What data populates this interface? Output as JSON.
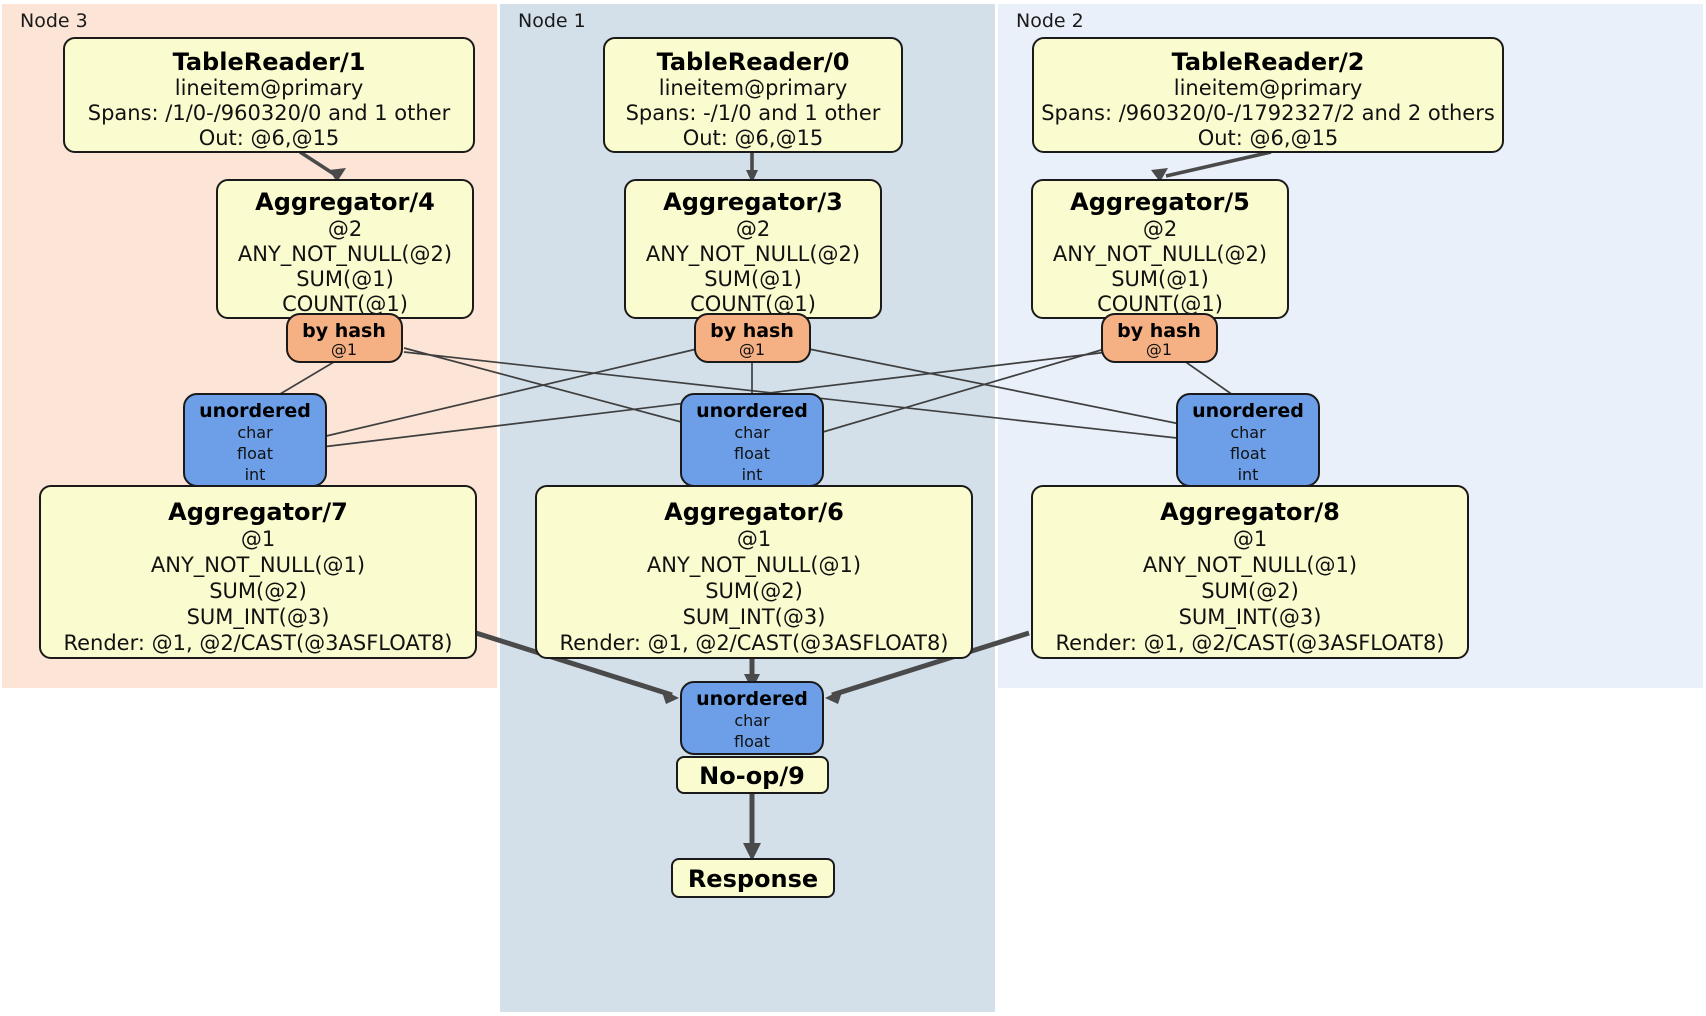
{
  "diagram": {
    "type": "distributed-query-plan",
    "colors": {
      "node3_panel": "#fce4d6",
      "node1_panel": "#d3e0ea",
      "node2_panel": "#eaf0fa",
      "processor_fill": "#fbfbd0",
      "processor_stroke": "#1a1a1a",
      "hash_router_fill": "#f5b183",
      "unordered_router_fill": "#6c9fe8",
      "edge_color": "#4a4a4a",
      "background": "#ffffff"
    }
  },
  "panels": [
    {
      "id": "node3",
      "label": "Node 3"
    },
    {
      "id": "node1",
      "label": "Node 1"
    },
    {
      "id": "node2",
      "label": "Node 2"
    }
  ],
  "processors": {
    "table_reader_1": {
      "title": "TableReader/1",
      "lines": [
        "lineitem@primary",
        "Spans: /1/0-/960320/0 and 1 other",
        "Out: @6,@15"
      ]
    },
    "table_reader_0": {
      "title": "TableReader/0",
      "lines": [
        "lineitem@primary",
        "Spans: -/1/0 and 1 other",
        "Out: @6,@15"
      ]
    },
    "table_reader_2": {
      "title": "TableReader/2",
      "lines": [
        "lineitem@primary",
        "Spans: /960320/0-/1792327/2 and 2 others",
        "Out: @6,@15"
      ]
    },
    "aggregator_4": {
      "title": "Aggregator/4",
      "lines": [
        "@2",
        "ANY_NOT_NULL(@2)",
        "SUM(@1)",
        "COUNT(@1)"
      ]
    },
    "aggregator_3": {
      "title": "Aggregator/3",
      "lines": [
        "@2",
        "ANY_NOT_NULL(@2)",
        "SUM(@1)",
        "COUNT(@1)"
      ]
    },
    "aggregator_5": {
      "title": "Aggregator/5",
      "lines": [
        "@2",
        "ANY_NOT_NULL(@2)",
        "SUM(@1)",
        "COUNT(@1)"
      ]
    },
    "aggregator_7": {
      "title": "Aggregator/7",
      "lines": [
        "@1",
        "ANY_NOT_NULL(@1)",
        "SUM(@2)",
        "SUM_INT(@3)",
        "Render: @1, @2/CAST(@3ASFLOAT8)"
      ]
    },
    "aggregator_6": {
      "title": "Aggregator/6",
      "lines": [
        "@1",
        "ANY_NOT_NULL(@1)",
        "SUM(@2)",
        "SUM_INT(@3)",
        "Render: @1, @2/CAST(@3ASFLOAT8)"
      ]
    },
    "aggregator_8": {
      "title": "Aggregator/8",
      "lines": [
        "@1",
        "ANY_NOT_NULL(@1)",
        "SUM(@2)",
        "SUM_INT(@3)",
        "Render: @1, @2/CAST(@3ASFLOAT8)"
      ]
    },
    "noop_9": {
      "title": "No-op/9",
      "lines": []
    },
    "response": {
      "title": "Response",
      "lines": []
    }
  },
  "routers": {
    "hash_left": {
      "title": "by hash",
      "lines": [
        "@1"
      ]
    },
    "hash_center": {
      "title": "by hash",
      "lines": [
        "@1"
      ]
    },
    "hash_right": {
      "title": "by hash",
      "lines": [
        "@1"
      ]
    },
    "unordered_left": {
      "title": "unordered",
      "lines": [
        "char",
        "float",
        "int"
      ]
    },
    "unordered_center": {
      "title": "unordered",
      "lines": [
        "char",
        "float",
        "int"
      ]
    },
    "unordered_right": {
      "title": "unordered",
      "lines": [
        "char",
        "float",
        "int"
      ]
    },
    "unordered_final": {
      "title": "unordered",
      "lines": [
        "char",
        "float"
      ]
    }
  }
}
